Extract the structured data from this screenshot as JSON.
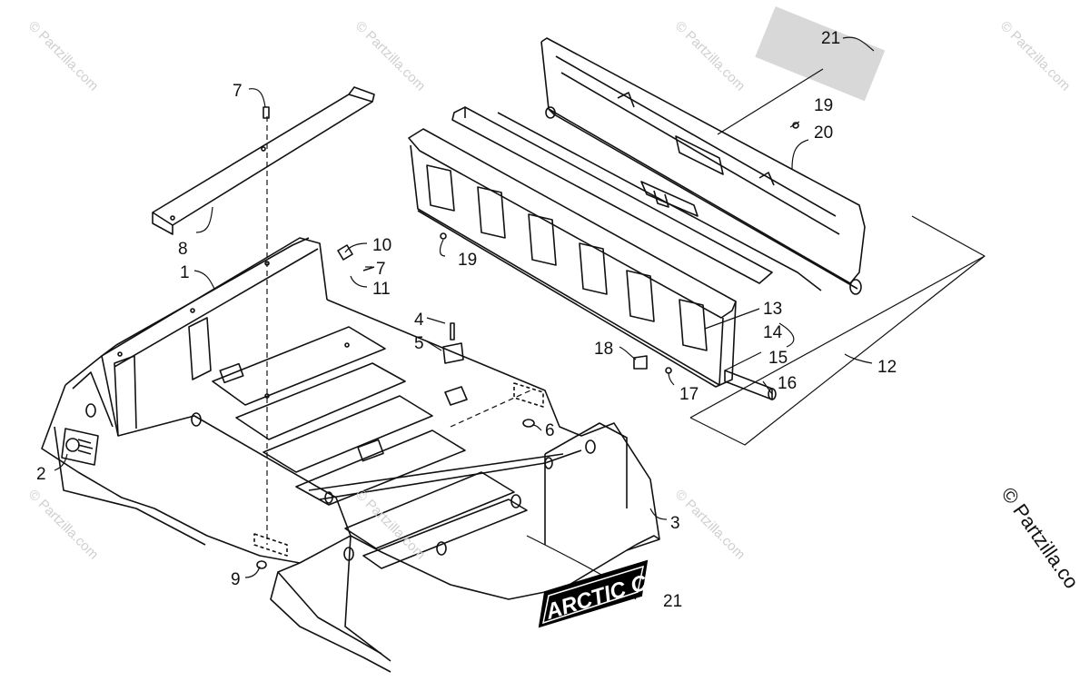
{
  "watermark": "© Partzilla.com",
  "watermark_edge": "© Partzilla.co",
  "decal_text": "ARCTIC CAT",
  "callouts": [
    "1",
    "2",
    "3",
    "4",
    "5",
    "6",
    "7",
    "7",
    "8",
    "9",
    "10",
    "11",
    "12",
    "13",
    "14",
    "15",
    "16",
    "17",
    "18",
    "19",
    "19",
    "20",
    "21",
    "21"
  ]
}
